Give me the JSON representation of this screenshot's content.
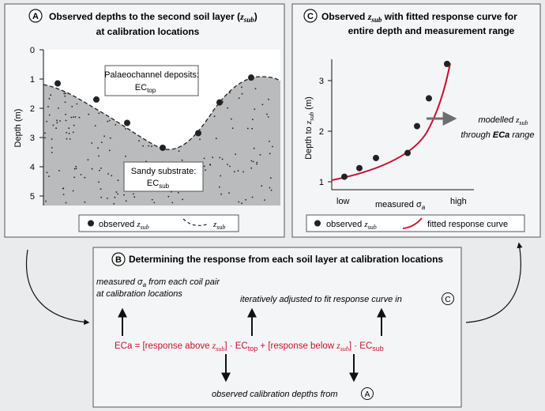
{
  "panel_a": {
    "letter": "A",
    "title_line1": "Observed depths to the second soil layer (",
    "title_var": "z",
    "title_var_sub": "sub",
    "title_close": ")",
    "title_line2": "at calibration locations",
    "y_axis_label": "Depth (m)",
    "y_ticks": [
      "0",
      "1",
      "2",
      "3",
      "4",
      "5"
    ],
    "top_box_line1": "Palaeochannel deposits:",
    "top_box_ec": "EC",
    "top_box_ec_sub": "top",
    "bottom_box_line1": "Sandy substrate:",
    "bottom_box_ec": "EC",
    "bottom_box_ec_sub": "sub",
    "legend_observed": "observed ",
    "legend_var": "z",
    "legend_var_sub": "sub",
    "legend_line_var": "z",
    "legend_line_sub": "sub",
    "observed_depths_m": [
      1.15,
      1.7,
      2.5,
      3.35,
      2.85,
      1.8,
      0.95
    ]
  },
  "panel_c": {
    "letter": "C",
    "title_line1_pre": "Observed ",
    "title_var": "z",
    "title_var_sub": "sub",
    "title_line1_post": " with fitted response curve for",
    "title_line2": "entire depth and measurement range",
    "y_axis_label_pre": "Depth to ",
    "y_axis_var": "z",
    "y_axis_sub": "sub",
    "y_axis_unit": " (m)",
    "y_ticks": [
      "1",
      "2",
      "3"
    ],
    "x_low": "low",
    "x_label": "measured σ",
    "x_label_sub": "a",
    "x_high": "high",
    "annotation_line1_pre": "modelled ",
    "annotation_var": "z",
    "annotation_sub": "sub",
    "annotation_line2_pre": "through ",
    "annotation_eca": "ECa",
    "annotation_line2_post": " range",
    "legend_observed": "observed ",
    "legend_var": "z",
    "legend_var_sub": "sub",
    "legend_curve": "fitted response curve",
    "observed_depths_m": [
      1.1,
      1.27,
      1.47,
      1.57,
      2.1,
      2.65,
      3.33
    ]
  },
  "panel_b": {
    "letter": "B",
    "title": "Determining the response from each soil layer at calibration locations",
    "note_top_left_line1_pre": "measured σ",
    "note_top_left_sub": "a",
    "note_top_left_line1_post": " from each coil pair",
    "note_top_left_line2": "at calibration locations",
    "note_top_right": "iteratively adjusted to fit response curve in",
    "note_top_right_ref": "C",
    "eq_part1": "ECa = [response above ",
    "eq_var1": "z",
    "eq_var1_sub": "sub",
    "eq_part2": "] · EC",
    "eq_sub_top": "top",
    "eq_part3": " + [response below ",
    "eq_var2": "z",
    "eq_var2_sub": "sub",
    "eq_part4": "] · EC",
    "eq_sub_sub": "sub",
    "note_bottom": "observed calibration depths from",
    "note_bottom_ref": "A"
  },
  "colors": {
    "background": "#e9ebec",
    "panel_fill": "#f4f5f6",
    "soil_gray": "#b9bbbd",
    "accent_red": "#c8102e",
    "arrow_gray": "#6d6e70"
  }
}
